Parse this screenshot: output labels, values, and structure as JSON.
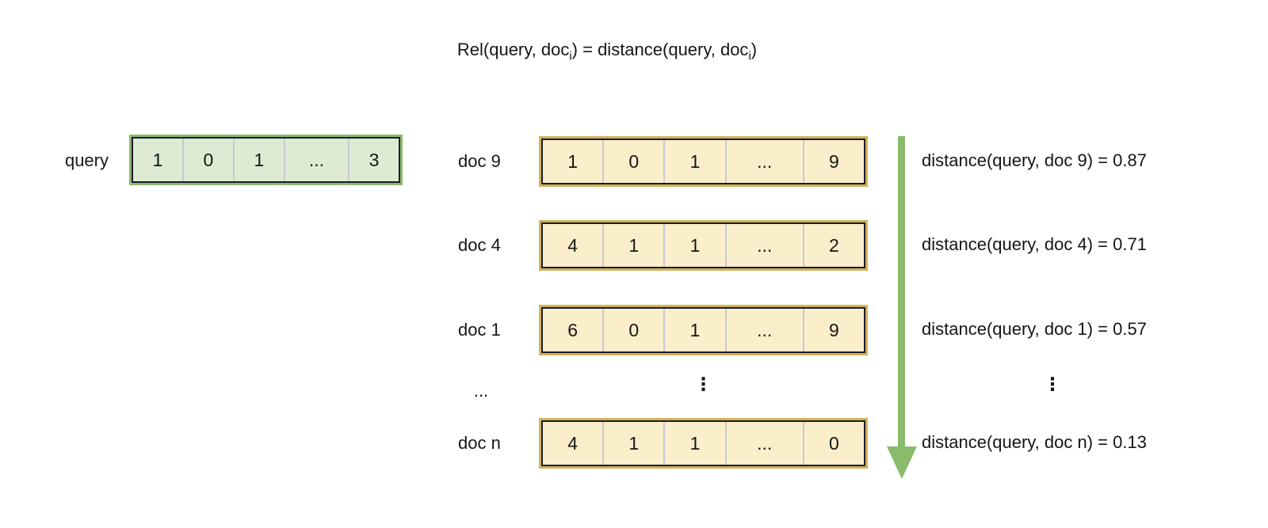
{
  "title": {
    "part1": "Rel(query, doc",
    "sub1": "i",
    "part2": ") = distance(query, doc",
    "sub2": "i",
    "part3": ")"
  },
  "query": {
    "label": "query",
    "cells": [
      "1",
      "0",
      "1",
      "...",
      "3"
    ]
  },
  "docs": [
    {
      "label": "doc 9",
      "cells": [
        "1",
        "0",
        "1",
        "...",
        "9"
      ],
      "distance": "distance(query, doc 9) = 0.87"
    },
    {
      "label": "doc 4",
      "cells": [
        "4",
        "1",
        "1",
        "...",
        "2"
      ],
      "distance": "distance(query, doc 4) = 0.71"
    },
    {
      "label": "doc 1",
      "cells": [
        "6",
        "0",
        "1",
        "...",
        "9"
      ],
      "distance": "distance(query, doc 1) = 0.57"
    },
    {
      "label": "doc n",
      "cells": [
        "4",
        "1",
        "1",
        "...",
        "0"
      ],
      "distance": "distance(query, doc n) = 0.13"
    }
  ],
  "ellipsis": {
    "labels_column": "...",
    "vectors_column": "⋮",
    "distances_column": "⋮"
  },
  "icons": {
    "ranking_arrow": "arrow-down-icon"
  },
  "colors": {
    "query_fill": "#dcebd2",
    "query_border": "#8abb6d",
    "doc_fill": "#fbeecb",
    "doc_border": "#d3b355",
    "inner_border": "#1c1c2e",
    "cell_divider": "#c8c8d4",
    "arrow": "#8abb6d",
    "text": "#161616"
  }
}
